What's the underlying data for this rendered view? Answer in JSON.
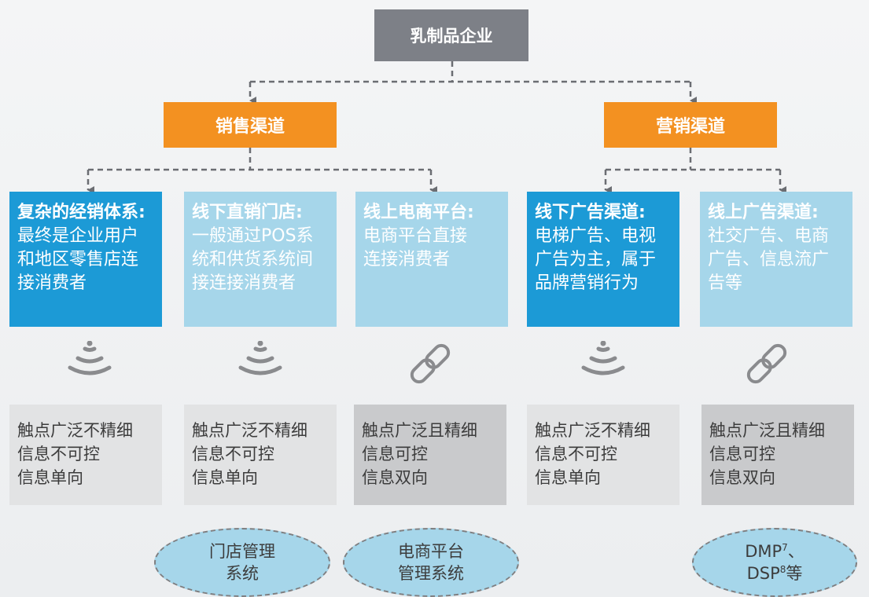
{
  "root": {
    "label": "乳制品企业"
  },
  "channels": [
    {
      "label": "销售渠道"
    },
    {
      "label": "营销渠道"
    }
  ],
  "cards": [
    {
      "title": "复杂的经销体系:",
      "lines": [
        "最终是企业用户",
        "和地区零售店连",
        "接消费者"
      ]
    },
    {
      "title": "线下直销门店:",
      "lines": [
        "一般通过POS系",
        "统和供货系统间",
        "接连接消费者"
      ]
    },
    {
      "title": "线上电商平台:",
      "lines": [
        "电商平台直接",
        "连接消费者"
      ]
    },
    {
      "title": "线下广告渠道:",
      "lines": [
        "电梯广告、电视",
        "广告为主，属于",
        "品牌营销行为"
      ]
    },
    {
      "title": "线上广告渠道:",
      "lines": [
        "社交广告、电商",
        "广告、信息流广",
        "告等"
      ]
    }
  ],
  "icons": [
    "signal-icon",
    "signal-icon",
    "link-icon",
    "signal-icon",
    "link-icon"
  ],
  "features": [
    {
      "lines": [
        "触点广泛不精细",
        "信息不可控",
        "信息单向"
      ]
    },
    {
      "lines": [
        "触点广泛不精细",
        "信息不可控",
        "信息单向"
      ]
    },
    {
      "lines": [
        "触点广泛且精细",
        "信息可控",
        "信息双向"
      ]
    },
    {
      "lines": [
        "触点广泛不精细",
        "信息不可控",
        "信息单向"
      ]
    },
    {
      "lines": [
        "触点广泛且精细",
        "信息可控",
        "信息双向"
      ]
    }
  ],
  "systems": [
    {
      "line1": "门店管理",
      "line2": "系统"
    },
    {
      "line1": "电商平台",
      "line2": "管理系统"
    },
    {
      "line1a": "DMP",
      "sup1": "7",
      "line1b": "、",
      "line2a": "DSP",
      "sup2": "8",
      "line2b": "等"
    }
  ],
  "colors": {
    "root": "#7d8087",
    "channel": "#f39121",
    "card_dark": "#1c9ad6",
    "card_light": "#a6d6ea",
    "feature_light": "#e2e3e4",
    "feature_dark": "#c9cacc",
    "connector": "#6b6d72"
  }
}
